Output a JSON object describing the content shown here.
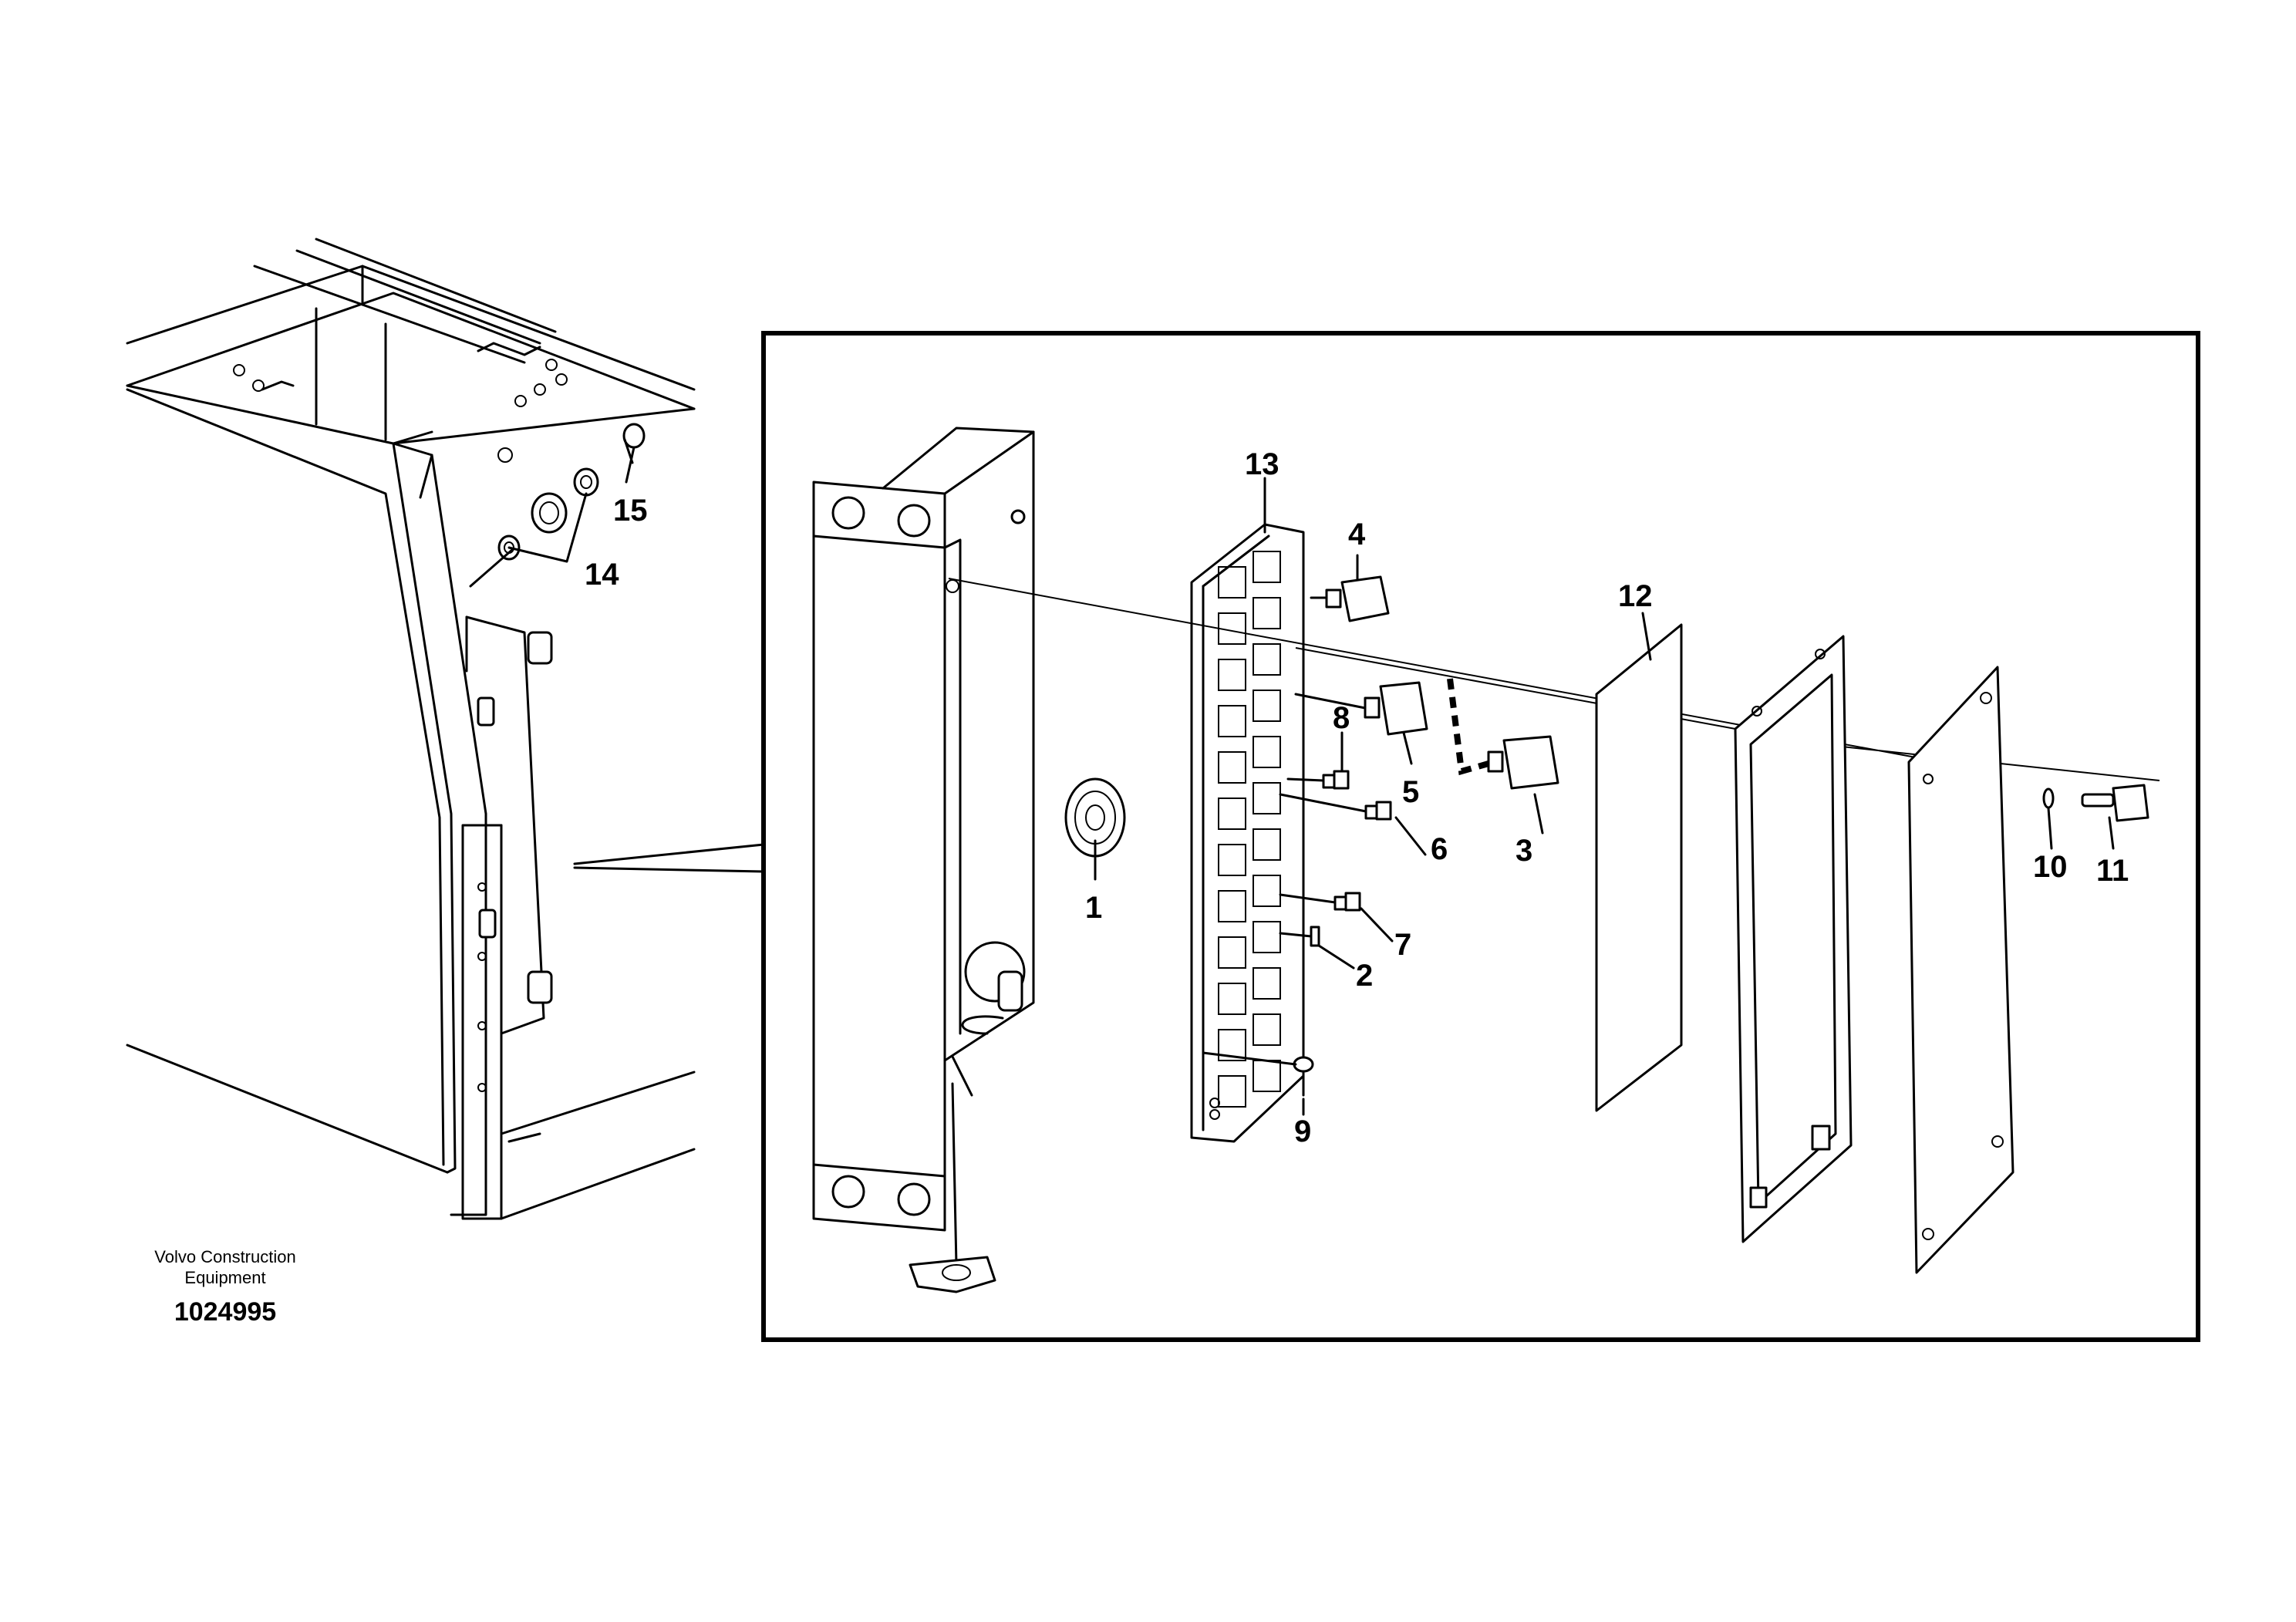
{
  "caption": {
    "company_line1": "Volvo Construction",
    "company_line2": "Equipment",
    "drawing_number": "1024995"
  },
  "callouts": [
    {
      "id": "c1",
      "label": "1"
    },
    {
      "id": "c2",
      "label": "2"
    },
    {
      "id": "c3",
      "label": "3"
    },
    {
      "id": "c4",
      "label": "4"
    },
    {
      "id": "c5",
      "label": "5"
    },
    {
      "id": "c6",
      "label": "6"
    },
    {
      "id": "c7",
      "label": "7"
    },
    {
      "id": "c8",
      "label": "8"
    },
    {
      "id": "c9",
      "label": "9"
    },
    {
      "id": "c10",
      "label": "10"
    },
    {
      "id": "c11",
      "label": "11"
    },
    {
      "id": "c12",
      "label": "12"
    },
    {
      "id": "c13",
      "label": "13"
    },
    {
      "id": "c14",
      "label": "14"
    },
    {
      "id": "c15",
      "label": "15"
    }
  ]
}
